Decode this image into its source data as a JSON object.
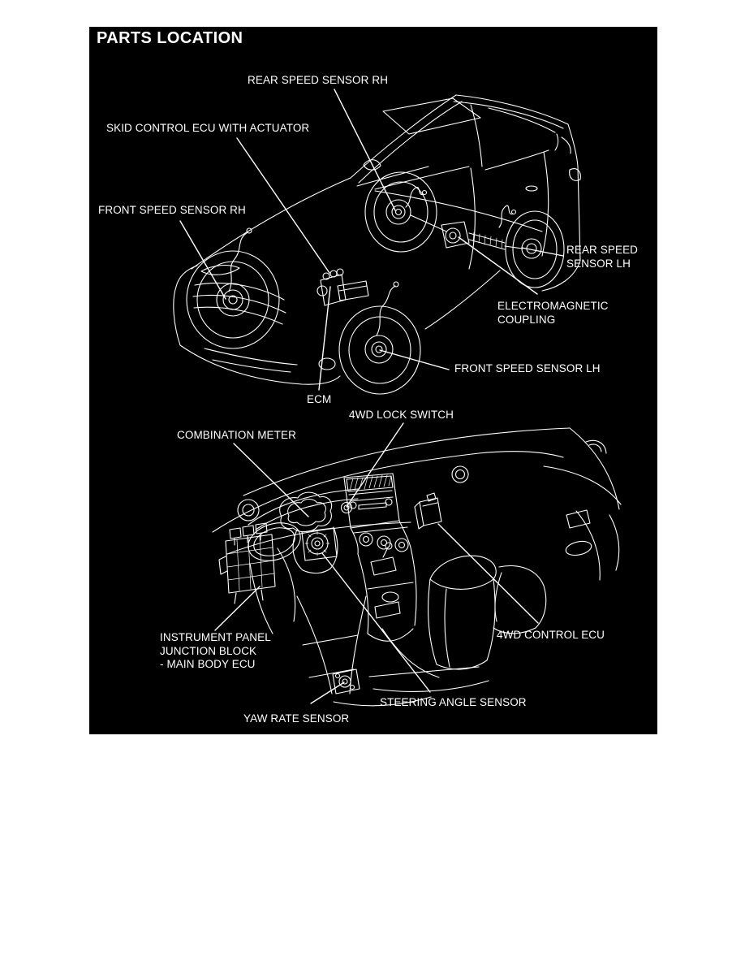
{
  "title": "PARTS LOCATION",
  "colors": {
    "page_background": "#ffffff",
    "panel_background": "#000000",
    "line_color": "#ffffff",
    "text_color": "#ffffff"
  },
  "figures": {
    "top": "vehicle exterior driveline line-art",
    "bottom": "instrument panel interior line-art"
  },
  "labels": [
    {
      "id": "rear-speed-sensor-rh",
      "text": "REAR SPEED SENSOR RH"
    },
    {
      "id": "skid-control-ecu-with-actuator",
      "text": "SKID CONTROL ECU WITH ACTUATOR"
    },
    {
      "id": "front-speed-sensor-rh",
      "text": "FRONT SPEED SENSOR RH"
    },
    {
      "id": "rear-speed-sensor-lh",
      "text": "REAR SPEED\nSENSOR LH"
    },
    {
      "id": "electromagnetic-coupling",
      "text": "ELECTROMAGNETIC\nCOUPLING"
    },
    {
      "id": "front-speed-sensor-lh",
      "text": "FRONT SPEED SENSOR LH"
    },
    {
      "id": "ecm",
      "text": "ECM"
    },
    {
      "id": "4wd-lock-switch",
      "text": "4WD LOCK SWITCH"
    },
    {
      "id": "combination-meter",
      "text": "COMBINATION METER"
    },
    {
      "id": "instrument-panel-junction-block",
      "text": "INSTRUMENT PANEL\nJUNCTION BLOCK\n- MAIN BODY ECU"
    },
    {
      "id": "4wd-control-ecu",
      "text": "4WD CONTROL ECU"
    },
    {
      "id": "steering-angle-sensor",
      "text": "STEERING ANGLE SENSOR"
    },
    {
      "id": "yaw-rate-sensor",
      "text": "YAW RATE SENSOR"
    }
  ]
}
